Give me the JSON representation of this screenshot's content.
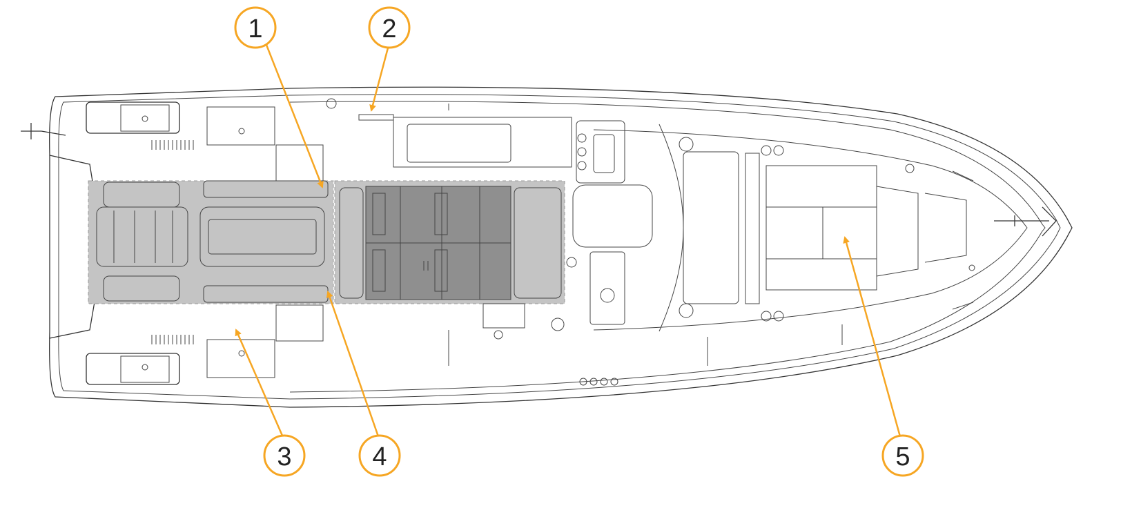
{
  "diagram": {
    "colors": {
      "accent": "#f6a623",
      "outline": "#333333",
      "highlight_light": "#c4c4c4",
      "highlight_dark": "#8f8f8f"
    },
    "callouts": [
      {
        "id": "1",
        "label": "1"
      },
      {
        "id": "2",
        "label": "2"
      },
      {
        "id": "3",
        "label": "3"
      },
      {
        "id": "4",
        "label": "4"
      },
      {
        "id": "5",
        "label": "5"
      }
    ]
  }
}
